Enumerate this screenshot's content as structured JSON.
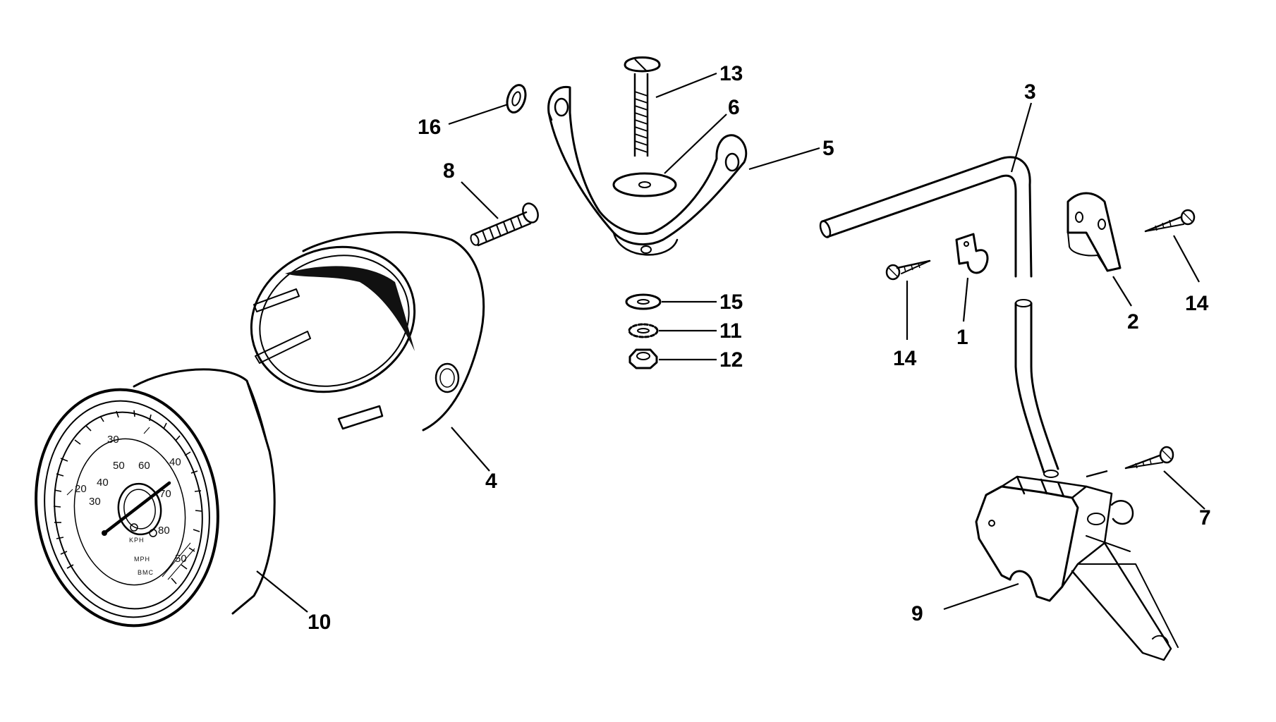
{
  "diagram": {
    "callouts": [
      {
        "id": "c1",
        "label": "1"
      },
      {
        "id": "c2",
        "label": "2"
      },
      {
        "id": "c3",
        "label": "3"
      },
      {
        "id": "c4",
        "label": "4"
      },
      {
        "id": "c5",
        "label": "5"
      },
      {
        "id": "c6",
        "label": "6"
      },
      {
        "id": "c7",
        "label": "7"
      },
      {
        "id": "c8",
        "label": "8"
      },
      {
        "id": "c9",
        "label": "9"
      },
      {
        "id": "c10",
        "label": "10"
      },
      {
        "id": "c11",
        "label": "11"
      },
      {
        "id": "c12",
        "label": "12"
      },
      {
        "id": "c13",
        "label": "13"
      },
      {
        "id": "c14a",
        "label": "14"
      },
      {
        "id": "c14b",
        "label": "14"
      },
      {
        "id": "c15",
        "label": "15"
      },
      {
        "id": "c16",
        "label": "16"
      }
    ],
    "dial": {
      "outer_scale": [
        "20",
        "30",
        "40",
        "50"
      ],
      "inner_scale": [
        "30",
        "40",
        "50",
        "60",
        "70",
        "80"
      ],
      "units": [
        "KPH",
        "MPH",
        "BMC"
      ]
    },
    "colors": {
      "ink": "#000000",
      "paper": "#ffffff"
    }
  }
}
